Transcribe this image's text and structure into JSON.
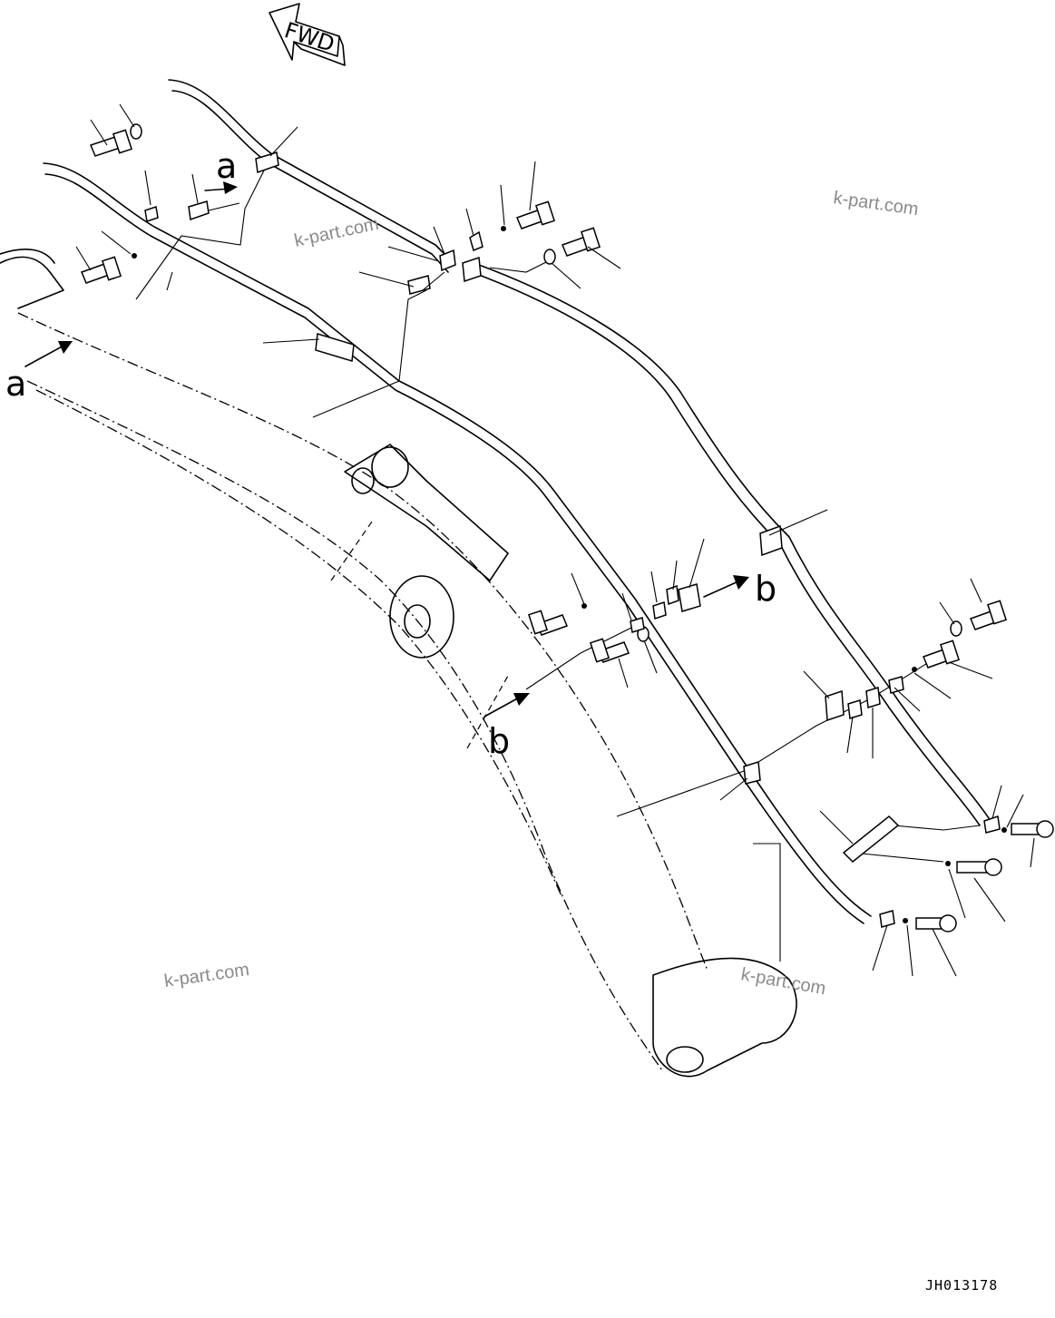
{
  "orientation_arrow": {
    "label": "FWD"
  },
  "detail_markers": {
    "a": "a",
    "b": "b"
  },
  "watermarks": [
    "k-part.com",
    "k-part.com",
    "k-part.com",
    "k-part.com"
  ],
  "drawing_code": "JH013178"
}
